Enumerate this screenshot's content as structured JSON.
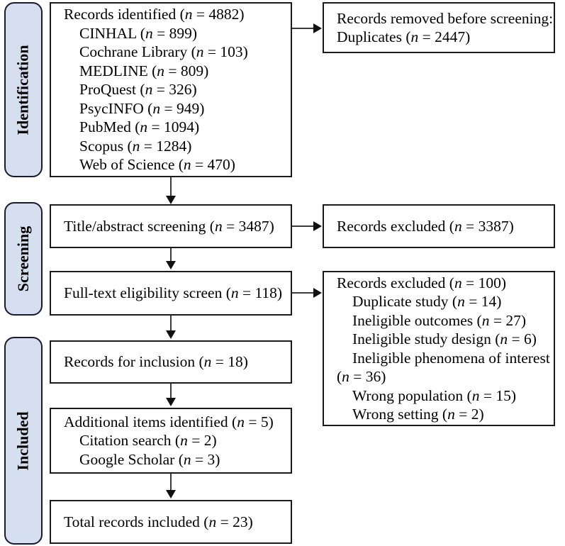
{
  "stages": [
    {
      "id": "identification",
      "label": "Identification"
    },
    {
      "id": "screening",
      "label": "Screening"
    },
    {
      "id": "included",
      "label": "Included"
    }
  ],
  "colors": {
    "stage_tab_fill": "#d6dff0",
    "stage_tab_border": "#1a1a2e",
    "box_border": "#1a1a1a",
    "connector": "#3c3c3c",
    "page_background": "#ffffff",
    "text": "#000000"
  },
  "boxes": {
    "records_identified": {
      "title": "Records identified (n = 4882)",
      "sources": [
        "CINHAL (n = 899)",
        "Cochrane Library (n = 103)",
        "MEDLINE (n = 809)",
        "ProQuest (n = 326)",
        "PsycINFO (n = 949)",
        "PubMed (n = 1094)",
        "Scopus (n = 1284)",
        "Web of Science (n = 470)"
      ]
    },
    "records_removed": {
      "line1": "Records removed before screening:",
      "line2": "Duplicates (n = 2447)"
    },
    "title_abstract_screening": {
      "title": "Title/abstract screening (n = 3487)"
    },
    "records_excluded_screening": {
      "title": "Records excluded (n = 3387)"
    },
    "fulltext_eligibility": {
      "title": "Full-text eligibility screen (n = 118)"
    },
    "records_excluded_fulltext": {
      "title": "Records excluded (n = 100)",
      "reasons": [
        "Duplicate study (n = 14)",
        "Ineligible outcomes (n = 27)",
        "Ineligible study design (n = 6)",
        "Ineligible phenomena of interest",
        "(n = 36)",
        "Wrong population (n = 15)",
        "Wrong setting (n = 2)"
      ]
    },
    "records_for_inclusion": {
      "title": "Records for inclusion (n = 18)"
    },
    "additional_items": {
      "title": "Additional items identified (n = 5)",
      "sources": [
        "Citation search (n = 2)",
        "Google Scholar (n = 3)"
      ]
    },
    "total_records_included": {
      "title": "Total records included (n = 23)"
    }
  },
  "chart_data": {
    "type": "table",
    "title": "PRISMA flow diagram of study selection",
    "stages": [
      "Identification",
      "Screening",
      "Included"
    ],
    "nodes": [
      {
        "stage": "Identification",
        "label": "Records identified",
        "n": 4882
      },
      {
        "stage": "Identification",
        "label": "CINHAL",
        "n": 899
      },
      {
        "stage": "Identification",
        "label": "Cochrane Library",
        "n": 103
      },
      {
        "stage": "Identification",
        "label": "MEDLINE",
        "n": 809
      },
      {
        "stage": "Identification",
        "label": "ProQuest",
        "n": 326
      },
      {
        "stage": "Identification",
        "label": "PsycINFO",
        "n": 949
      },
      {
        "stage": "Identification",
        "label": "PubMed",
        "n": 1094
      },
      {
        "stage": "Identification",
        "label": "Scopus",
        "n": 1284
      },
      {
        "stage": "Identification",
        "label": "Web of Science",
        "n": 470
      },
      {
        "stage": "Identification",
        "label": "Records removed before screening: Duplicates",
        "n": 2447
      },
      {
        "stage": "Screening",
        "label": "Title/abstract screening",
        "n": 3487
      },
      {
        "stage": "Screening",
        "label": "Records excluded",
        "n": 3387
      },
      {
        "stage": "Screening",
        "label": "Full-text eligibility screen",
        "n": 118
      },
      {
        "stage": "Screening",
        "label": "Records excluded",
        "n": 100
      },
      {
        "stage": "Screening",
        "label": "Duplicate study",
        "n": 14
      },
      {
        "stage": "Screening",
        "label": "Ineligible outcomes",
        "n": 27
      },
      {
        "stage": "Screening",
        "label": "Ineligible study design",
        "n": 6
      },
      {
        "stage": "Screening",
        "label": "Ineligible phenomena of interest",
        "n": 36
      },
      {
        "stage": "Screening",
        "label": "Wrong population",
        "n": 15
      },
      {
        "stage": "Screening",
        "label": "Wrong setting",
        "n": 2
      },
      {
        "stage": "Included",
        "label": "Records for inclusion",
        "n": 18
      },
      {
        "stage": "Included",
        "label": "Additional items identified",
        "n": 5
      },
      {
        "stage": "Included",
        "label": "Citation search",
        "n": 2
      },
      {
        "stage": "Included",
        "label": "Google Scholar",
        "n": 3
      },
      {
        "stage": "Included",
        "label": "Total records included",
        "n": 23
      }
    ]
  }
}
